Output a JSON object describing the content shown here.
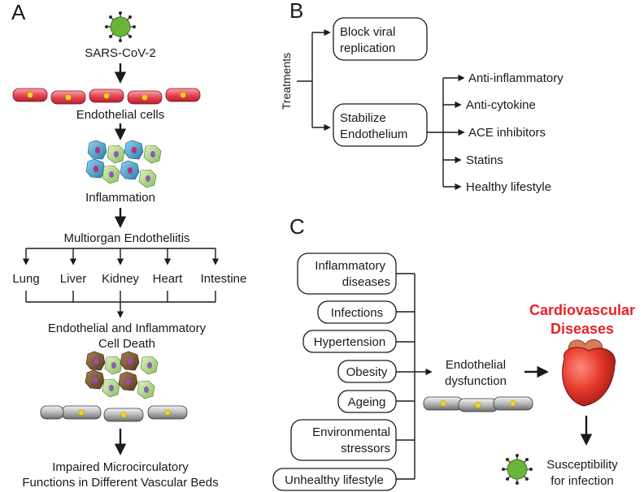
{
  "panelA": {
    "label": "A",
    "virus": "SARS-CoV-2",
    "endothelial": "Endothelial cells",
    "inflammation": "Inflammation",
    "multiorgan": "Multiorgan Endotheliitis",
    "organs": [
      "Lung",
      "Liver",
      "Kidney",
      "Heart",
      "Intestine"
    ],
    "death_line1": "Endothelial and Inflammatory",
    "death_line2": "Cell Death",
    "impaired_line1": "Impaired Microcirculatory",
    "impaired_line2": "Functions in Different Vascular Beds"
  },
  "panelB": {
    "label": "B",
    "treatments": "Treatments",
    "block_line1": "Block viral",
    "block_line2": "replication",
    "stabilize_line1": "Stabilize",
    "stabilize_line2": "Endothelium",
    "options": [
      "Anti-inflammatory",
      "Anti-cytokine",
      "ACE inhibitors",
      "Statins",
      "Healthy lifestyle"
    ]
  },
  "panelC": {
    "label": "C",
    "factors": [
      [
        "Inflammatory",
        "diseases"
      ],
      [
        "Infections"
      ],
      [
        "Hypertension"
      ],
      [
        "Obesity"
      ],
      [
        "Ageing"
      ],
      [
        "Environmental",
        "stressors"
      ],
      [
        "Unhealthy lifestyle"
      ]
    ],
    "dysfunction_line1": "Endothelial",
    "dysfunction_line2": "dysfunction",
    "cvd_line1": "Cardiovascular",
    "cvd_line2": "Diseases",
    "susc_line1": "Susceptibility",
    "susc_line2": "for infection"
  },
  "colors": {
    "cvd_red": "#e8222a",
    "virus_green": "#6ab43a",
    "endothelial_red": "#e5404f",
    "nucleus_yellow": "#f2d21b",
    "dead_cell_gray": "#b0b0b0"
  }
}
